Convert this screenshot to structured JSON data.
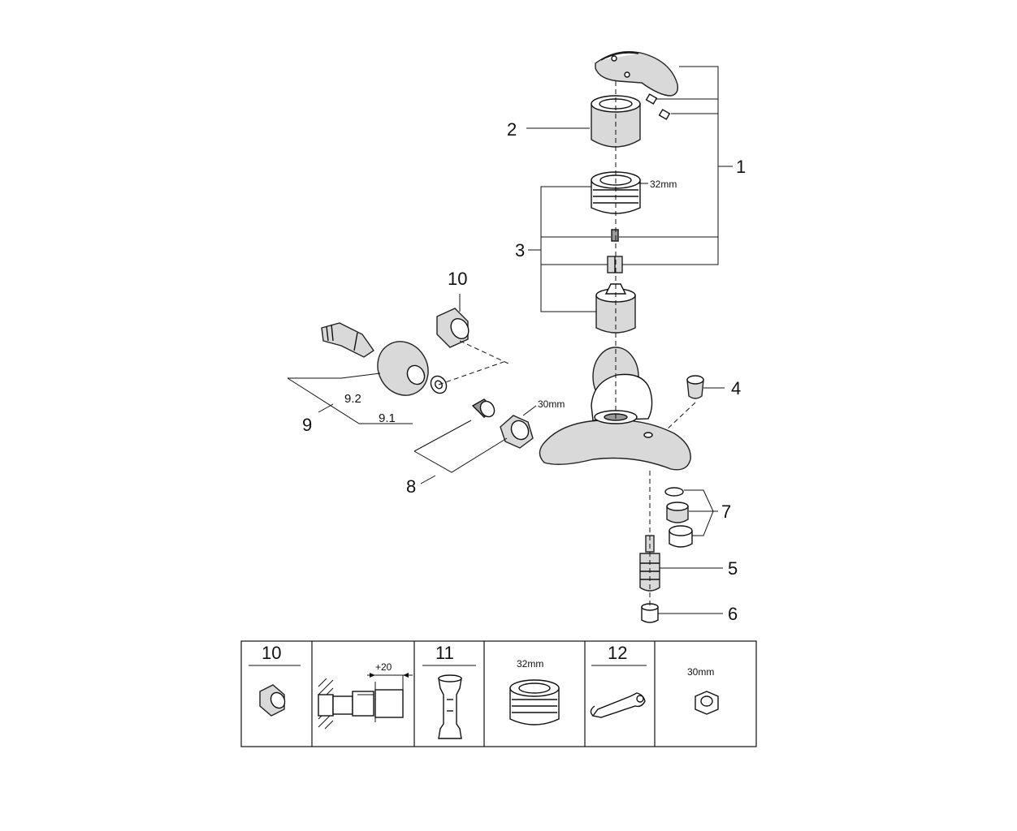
{
  "callouts": {
    "c1": "1",
    "c2": "2",
    "c3": "3",
    "c4": "4",
    "c5": "5",
    "c6": "6",
    "c7": "7",
    "c8": "8",
    "c9": "9",
    "c9_1": "9.1",
    "c9_2": "9.2",
    "c10": "10"
  },
  "dimensions": {
    "d32": "32mm",
    "d30": "30mm"
  },
  "legend_table": {
    "col10": "10",
    "col11": "11",
    "col12": "12",
    "plus20": "+20",
    "size32": "32mm",
    "size30": "30mm"
  }
}
